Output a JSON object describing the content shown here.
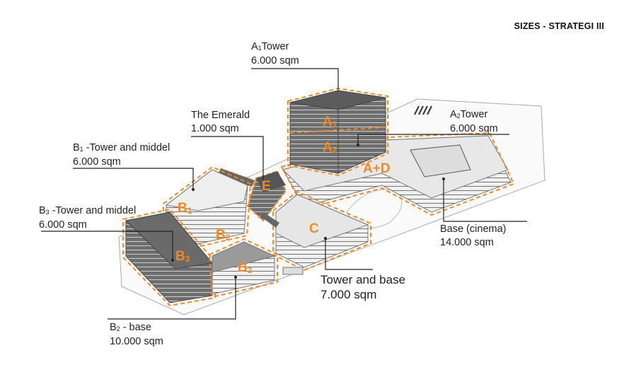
{
  "title": "SIZES - STRATEGI III",
  "labels": {
    "a1": {
      "main": "A",
      "sub": "1",
      "rest": "Tower",
      "area": "6.000 sqm"
    },
    "a2": {
      "main": "A",
      "sub": "2",
      "rest": "Tower",
      "area": "6.000 sqm"
    },
    "emerald": {
      "name": "The Emerald",
      "area": "1.000 sqm"
    },
    "b1": {
      "main": "B",
      "sub": "1",
      "rest": " -Tower and middel",
      "area": "6.000 sqm"
    },
    "b3": {
      "main": "B",
      "sub": "3",
      "rest": " -Tower and middel",
      "area": "6.000 sqm"
    },
    "base": {
      "name": "Base (cinema)",
      "area": "14.000 sqm"
    },
    "c": {
      "name": "Tower and base",
      "area": "7.000 sqm"
    },
    "b2": {
      "main": "B",
      "sub": "2",
      "rest": " - base",
      "area": "10.000 sqm"
    }
  },
  "tags": {
    "a1": {
      "main": "A",
      "sub": "1"
    },
    "a2": {
      "main": "A",
      "sub": "2"
    },
    "ad": {
      "main": "A+D"
    },
    "e": {
      "main": "E"
    },
    "b1": {
      "main": "B",
      "sub": "1"
    },
    "b2a": {
      "main": "B",
      "sub": "2"
    },
    "b3": {
      "main": "B",
      "sub": "3"
    },
    "b2b": {
      "main": "B",
      "sub": "2"
    },
    "c": {
      "main": "C"
    }
  },
  "colors": {
    "accent": "#f08a24",
    "dark": "#6b6b6b",
    "light": "#e6e6e6",
    "line": "#222222"
  }
}
